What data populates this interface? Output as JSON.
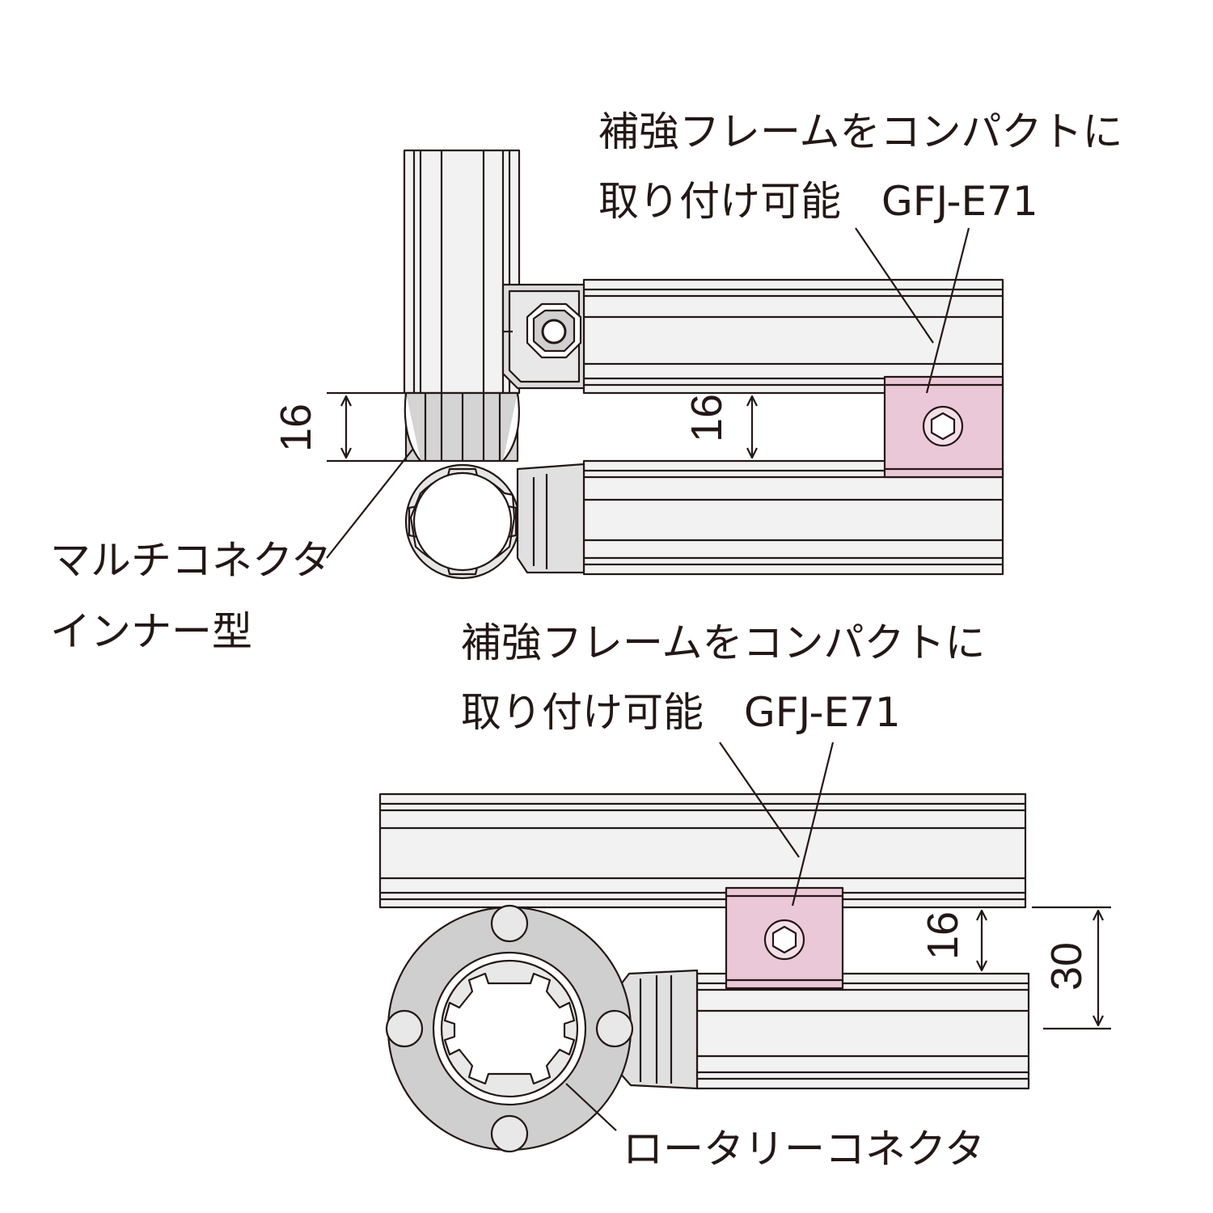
{
  "labels": {
    "top_note_line1": "補強フレームをコンパクトに",
    "top_note_line2": "取り付け可能　GFJ-E71",
    "mid_note_line1": "補強フレームをコンパクトに",
    "mid_note_line2": "取り付け可能　GFJ-E71",
    "multi_line1": "マルチコネクタ",
    "multi_line2": "インナー型",
    "rotary": "ロータリーコネクタ"
  },
  "dimensions": {
    "top_left_gap": "16",
    "top_center_gap": "16",
    "bottom_gap": "16",
    "bottom_total": "30"
  },
  "colors": {
    "line": "#231815",
    "metal": "#e6e6e6",
    "metal_dark": "#c9c9c9",
    "bracket_pink": "#ebc8d8"
  }
}
